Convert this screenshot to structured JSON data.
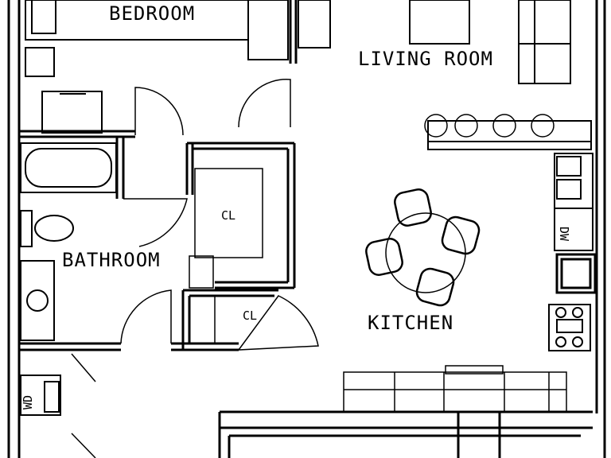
{
  "plan": {
    "stroke_color": "#000000",
    "background_color": "#ffffff",
    "rooms": {
      "bedroom": "BEDROOM",
      "living_room": "LIVING ROOM",
      "bathroom": "BATHROOM",
      "kitchen": "KITCHEN"
    },
    "closets": {
      "closet_upper": "CL",
      "closet_lower": "CL"
    },
    "appliances": {
      "dishwasher": "DW",
      "washer_dryer": "WD"
    }
  }
}
